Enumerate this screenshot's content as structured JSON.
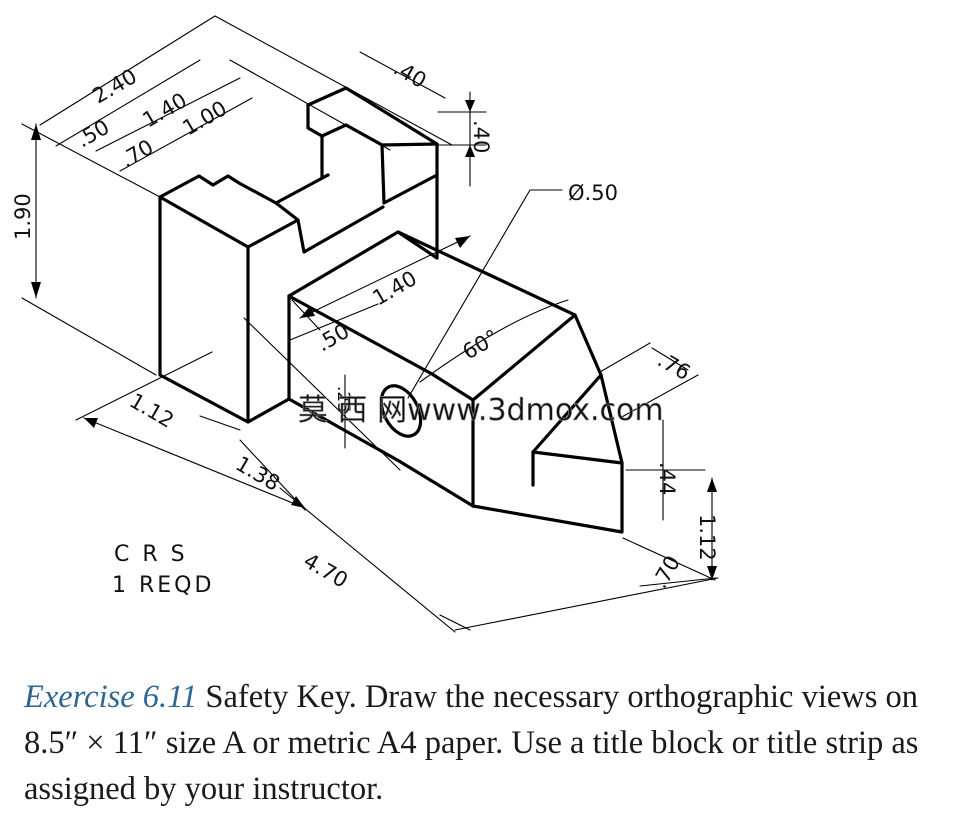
{
  "drawing": {
    "dimensions": {
      "d_240": "2.40",
      "d_140_top": "1.40",
      "d_100": "1.00",
      "d_050_top": ".50",
      "d_070_top": ".70",
      "d_040_a": ".40",
      "d_040_b": ".40",
      "d_190": "1.90",
      "d_dia": "Ø.50",
      "d_140_mid": "1.40",
      "d_050_mid": ".50",
      "d_025": ".25",
      "d_60": "60°",
      "d_076": ".76",
      "d_044": ".44",
      "d_112_right": "1.12",
      "d_070_right": ".70",
      "d_112_left": "1.12",
      "d_138": "1.38",
      "d_470": "4.70"
    },
    "notes": {
      "material": "C R S",
      "quantity": "1 REQD"
    },
    "watermark": "莫 西 网www.3dmox.com"
  },
  "caption": {
    "exercise": "Exercise 6.11",
    "text": " Safety Key. Draw the necessary orthographic views on 8.5″ × 11″ size A or metric A4 paper. Use a title block or title strip as assigned by your instructor."
  }
}
